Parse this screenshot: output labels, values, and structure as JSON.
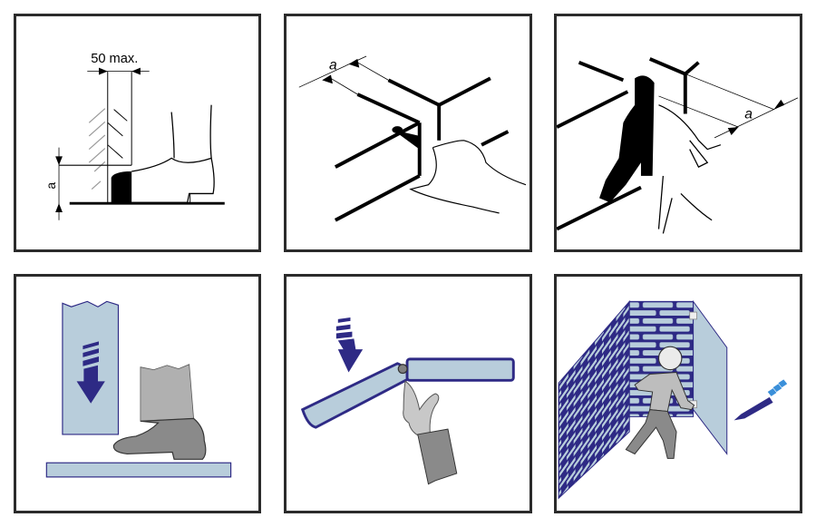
{
  "figure": {
    "panels": [
      {
        "id": "p1",
        "row": 1,
        "col": 1,
        "style": "line-drawing",
        "subject": "foot-near-gap-under-guard",
        "labels": {
          "dimension_top": "50 max.",
          "dimension_side": "a"
        }
      },
      {
        "id": "p2",
        "row": 1,
        "col": 2,
        "style": "line-drawing",
        "subject": "hand-reaching-into-opening",
        "labels": {
          "dimension": "a"
        }
      },
      {
        "id": "p3",
        "row": 1,
        "col": 3,
        "style": "line-drawing",
        "subject": "person-reaching-through-opening",
        "labels": {
          "dimension": "a"
        }
      },
      {
        "id": "p4",
        "row": 2,
        "col": 1,
        "style": "color",
        "subject": "foot-crushing-hazard-descending-part"
      },
      {
        "id": "p5",
        "row": 2,
        "col": 2,
        "style": "color",
        "subject": "finger-pinch-hazard-hinge"
      },
      {
        "id": "p6",
        "row": 2,
        "col": 3,
        "style": "color",
        "subject": "person-crushed-between-door-and-wall"
      }
    ],
    "colors": {
      "border": "#2b2b2b",
      "ink": "#000000",
      "navy": "#2e2a85",
      "light_blue": "#b8cddb",
      "gray_light": "#bdbdbd",
      "gray_mid": "#8a8a8a",
      "skin_gray": "#c8c8c8"
    }
  }
}
